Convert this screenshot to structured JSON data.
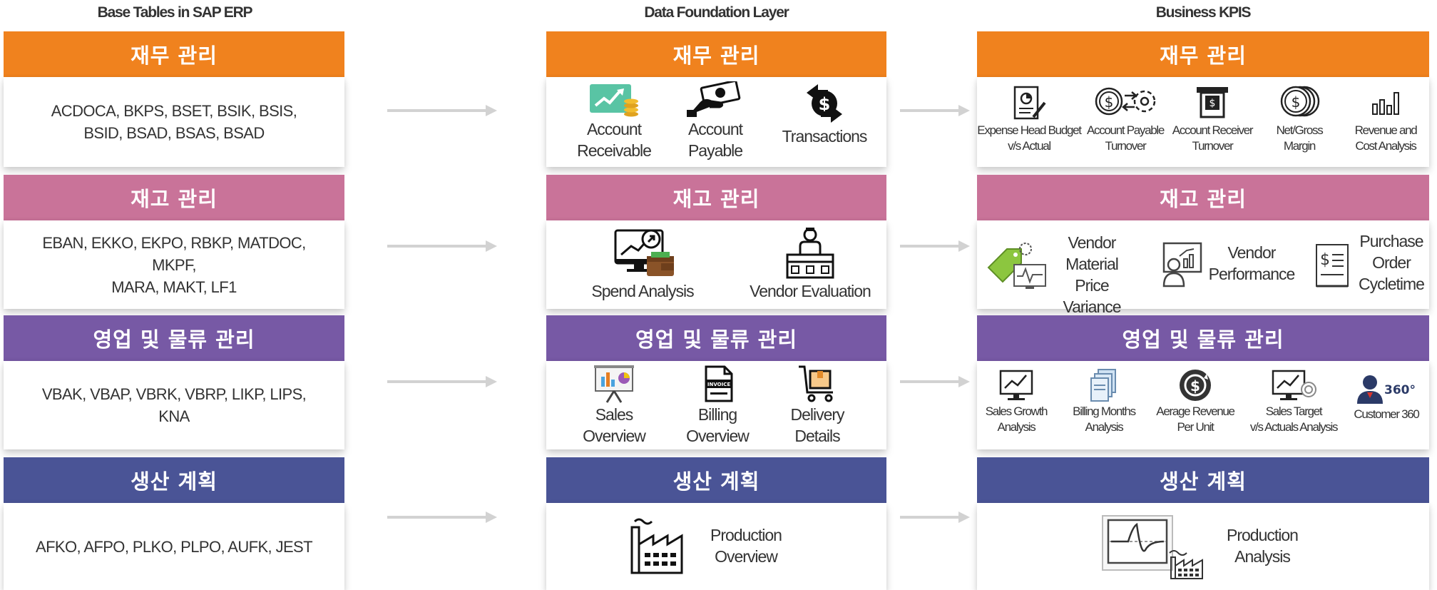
{
  "columns": {
    "base": "Base Tables in SAP ERP",
    "foundation": "Data Foundation Layer",
    "kpi": "Business KPIS"
  },
  "sections": [
    {
      "title": "재무 관리",
      "color": "#f0821e",
      "tables": "ACDOCA, BKPS, BSET, BSIK, BSIS,\nBSID, BSAD, BSAS, BSAD"
    },
    {
      "title": "재고 관리",
      "color": "#c97399",
      "tables": "EBAN, EKKO, EKPO, RBKP, MATDOC, MKPF,\nMARA, MAKT, LF1"
    },
    {
      "title": "영업 및 물류 관리",
      "color": "#7759a5",
      "tables": "VBAK, VBAP, VBRK, VBRP, LIKP, LIPS, KNA"
    },
    {
      "title": "생산 계획",
      "color": "#4a5496",
      "tables": "AFKO, AFPO, PLKO, PLPO, AUFK, JEST"
    }
  ],
  "foundation": {
    "finance": [
      "Account\nReceivable",
      "Account\nPayable",
      "Transactions"
    ],
    "inventory": [
      "Spend Analysis",
      "Vendor Evaluation"
    ],
    "sales": [
      "Sales\nOverview",
      "Billing\nOverview",
      "Delivery\nDetails"
    ],
    "production": [
      "Production\nOverview"
    ]
  },
  "kpis": {
    "finance": [
      "Expense Head Budget\nv/s Actual",
      "Account Payable\nTurnover",
      "Account Receiver\nTurnover",
      "Net/Gross Margin",
      "Revenue and\nCost Analysis"
    ],
    "inventory": [
      "Vendor\nMaterial\nPrice Variance",
      "Vendor\nPerformance",
      "Purchase\nOrder\nCycletime"
    ],
    "sales": [
      "Sales Growth\nAnalysis",
      "Billing Months\nAnalysis",
      "Aerage Revenue\nPer Unit",
      "Sales Target\nv/s Actuals Analysis",
      "Customer 360"
    ],
    "production": [
      "Production\nAnalysis"
    ]
  },
  "icons": {
    "invoice_text": "INVOICE",
    "customer360_text": "360°"
  }
}
